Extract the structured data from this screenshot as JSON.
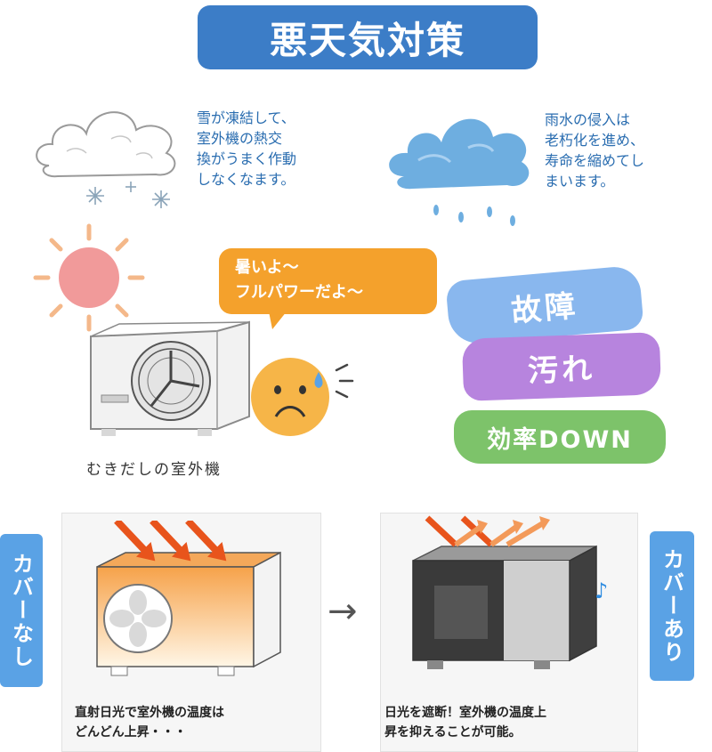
{
  "title": "悪天気対策",
  "snow_note": "雪が凍結して、\n室外機の熱交\n換がうまく作動\nしなくなます。",
  "rain_note": "雨水の侵入は\n老朽化を進め、\n寿命を縮めてし\nまいます。",
  "speech": "暑いよ～\nフルパワーだよ～",
  "tags": {
    "breakdown": "故障",
    "dirt": "汚れ",
    "efficiency": "効率DOWN"
  },
  "outdoor_caption": "むきだしの室外機",
  "left_panel": {
    "label": "カバーなし",
    "text": "直射日光で室外機の温度は\nどんどん上昇・・・"
  },
  "right_panel": {
    "label": "カバーあり",
    "text": "日光を遮断！室外機の温度上\n昇を抑えることが可能。"
  },
  "arrow": "→",
  "music_note": "♪",
  "colors": {
    "title_bg": "#3c7dc7",
    "bubble": "#f4a12c",
    "tag_blue": "#89b7ee",
    "tag_purple": "#b784de",
    "tag_green": "#7dc36a",
    "label_bg": "#5aa2e5"
  }
}
